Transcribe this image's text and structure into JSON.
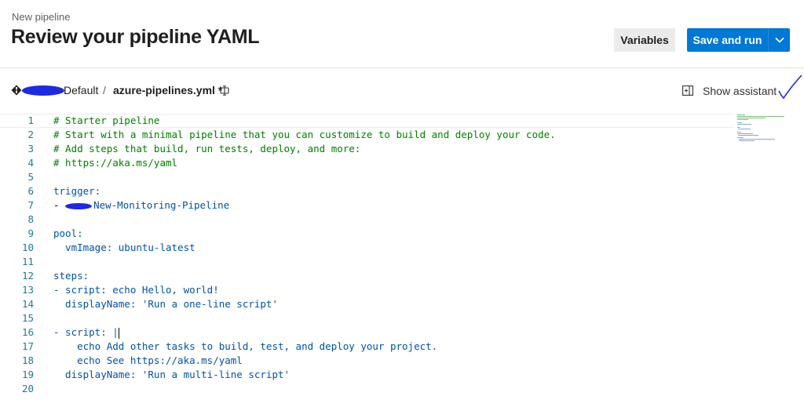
{
  "header": {
    "subtitle": "New pipeline",
    "title": "Review your pipeline YAML",
    "variables_label": "Variables",
    "save_run_label": "Save and run"
  },
  "toolbar": {
    "branch": "Default",
    "separator": "/",
    "filename": "azure-pipelines.yml *",
    "assistant_label": "Show assistant"
  },
  "editor": {
    "lines": [
      {
        "n": "1",
        "t": "# Starter pipeline"
      },
      {
        "n": "2",
        "t": "# Start with a minimal pipeline that you can customize to build and deploy your code."
      },
      {
        "n": "3",
        "t": "# Add steps that build, run tests, deploy, and more:"
      },
      {
        "n": "4",
        "t": "# https://aka.ms/yaml"
      },
      {
        "n": "5",
        "t": ""
      },
      {
        "n": "6",
        "t": "trigger:"
      },
      {
        "n": "7",
        "t": "- New-Monitoring-Pipeline"
      },
      {
        "n": "8",
        "t": ""
      },
      {
        "n": "9",
        "t": "pool:"
      },
      {
        "n": "10",
        "t": "  vmImage: ubuntu-latest"
      },
      {
        "n": "11",
        "t": ""
      },
      {
        "n": "12",
        "t": "steps:"
      },
      {
        "n": "13",
        "t": "- script: echo Hello, world!"
      },
      {
        "n": "14",
        "t": "  displayName: 'Run a one-line script'"
      },
      {
        "n": "15",
        "t": ""
      },
      {
        "n": "16",
        "t": "- script: |"
      },
      {
        "n": "17",
        "t": "    echo Add other tasks to build, test, and deploy your project."
      },
      {
        "n": "18",
        "t": "    echo See https://aka.ms/yaml"
      },
      {
        "n": "19",
        "t": "  displayName: 'Run a multi-line script'"
      },
      {
        "n": "20",
        "t": ""
      }
    ]
  },
  "colors": {
    "accent": "#0078d4",
    "comment": "#008000",
    "key": "#0451a5",
    "string": "#a31515",
    "line_number": "#237893",
    "redaction": "#1e2bdc"
  },
  "icons": {
    "repo": "git-repo-icon",
    "rename": "rename-icon",
    "assistant": "show-assistant-icon",
    "dropdown": "chevron-down-icon"
  }
}
